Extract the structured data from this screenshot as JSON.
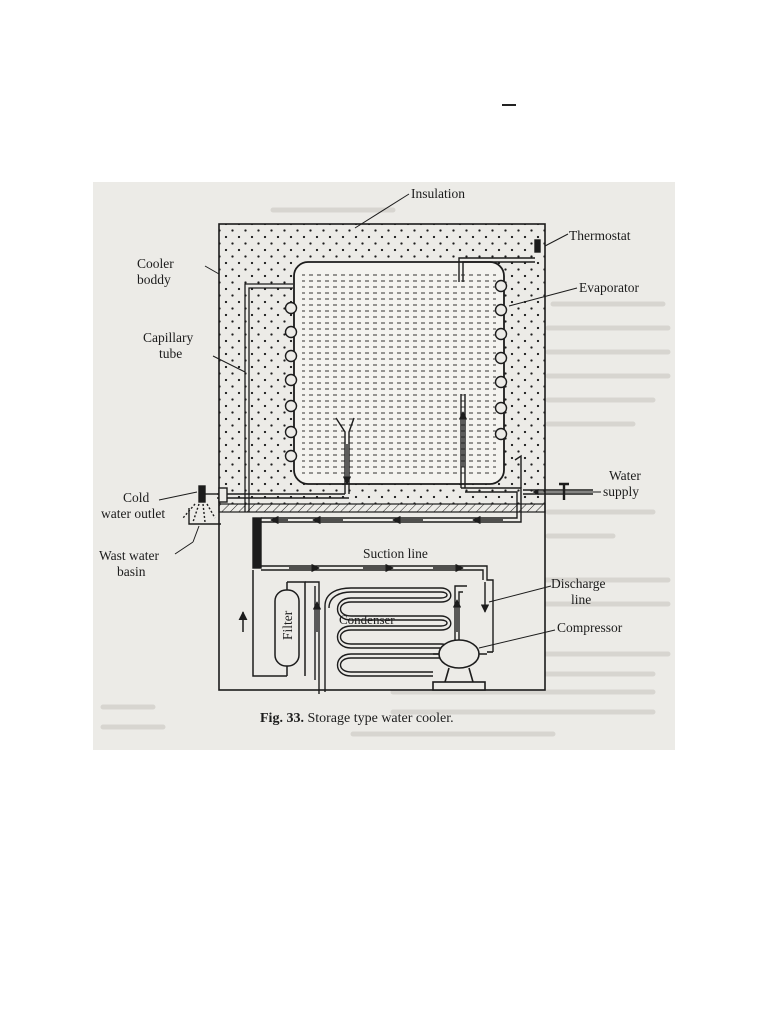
{
  "labels": {
    "insulation": "Insulation",
    "thermostat": "Thermostat",
    "cooler_body_1": "Cooler",
    "cooler_body_2": "boddy",
    "evaporator": "Evaporator",
    "capillary_1": "Capillary",
    "capillary_2": "tube",
    "water_supply_1": "Water",
    "water_supply_2": "supply",
    "cold_outlet_1": "Cold",
    "cold_outlet_2": "water outlet",
    "waste_basin_1": "Wast water",
    "waste_basin_2": "basin",
    "suction_line": "Suction line",
    "discharge_1": "Discharge",
    "discharge_2": "line",
    "compressor": "Compressor",
    "filter": "Filter",
    "condenser": "Condenser"
  },
  "caption": {
    "number": "Fig. 33.",
    "text": " Storage type water cooler."
  },
  "colors": {
    "ink": "#1c1c1c",
    "paper": "#ecebe7",
    "water": "#f4f3ef"
  }
}
